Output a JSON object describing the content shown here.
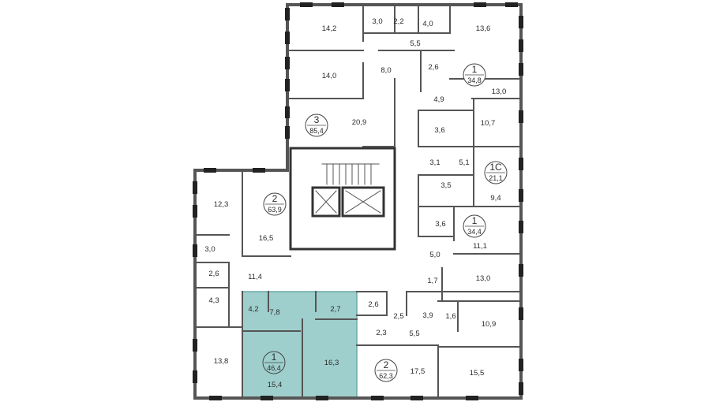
{
  "colors": {
    "wall": "#555555",
    "wall_dark": "#333333",
    "highlight_fill": "#9fcfcd",
    "highlight_stroke": "#6aa9a6",
    "text": "#2b2b2b"
  },
  "highlighted_unit": {
    "rooms": "1",
    "area": "46,4"
  },
  "units": [
    {
      "id": "unit-3-top-left",
      "rooms": "3",
      "area": "85,4"
    },
    {
      "id": "unit-1-top-right",
      "rooms": "1",
      "area": "34,8"
    },
    {
      "id": "unit-1c-right",
      "rooms": "1С",
      "area": "21,1"
    },
    {
      "id": "unit-1-right-mid",
      "rooms": "1",
      "area": "34,4"
    },
    {
      "id": "unit-2-left",
      "rooms": "2",
      "area": "63,9"
    },
    {
      "id": "unit-1-highlighted",
      "rooms": "1",
      "area": "46,4"
    },
    {
      "id": "unit-2-bottom",
      "rooms": "2",
      "area": "62,3"
    }
  ],
  "rooms": [
    "14,2",
    "3,0",
    "2,2",
    "4,0",
    "13,6",
    "5,5",
    "14,0",
    "8,0",
    "2,6",
    "13,0",
    "4,9",
    "20,9",
    "3,6",
    "10,7",
    "3,1",
    "5,1",
    "9,4",
    "3,5",
    "12,3",
    "16,5",
    "3,6",
    "11,1",
    "3,0",
    "5,0",
    "2,6",
    "11,4",
    "1,7",
    "13,0",
    "4,3",
    "4,2",
    "7,8",
    "2,7",
    "2,6",
    "2,5",
    "3,9",
    "1,6",
    "10,9",
    "2,3",
    "5,5",
    "16,3",
    "13,8",
    "17,5",
    "15,5",
    "15,4"
  ]
}
